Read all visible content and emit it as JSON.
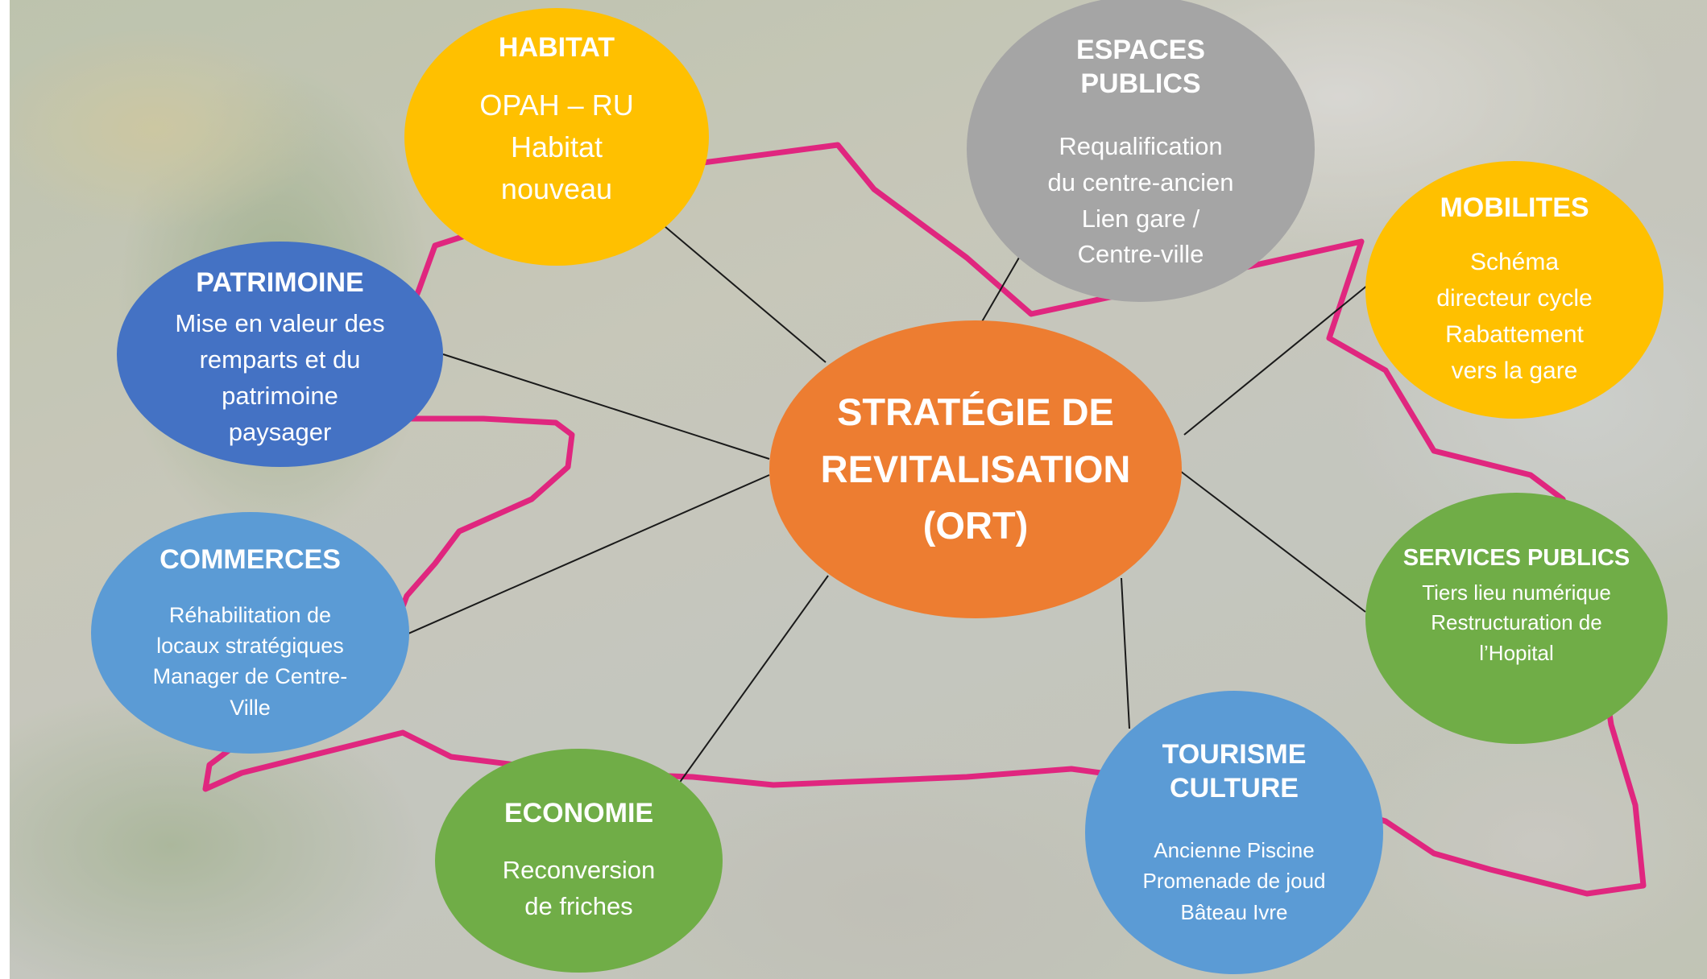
{
  "center": {
    "lines": [
      "STRATÉGIE DE",
      "REVITALISATION",
      "(ORT)"
    ]
  },
  "nodes": {
    "habitat": {
      "title": "HABITAT",
      "body": "OPAH – RU\nHabitat\nnouveau"
    },
    "espaces_publics": {
      "title": "ESPACES\nPUBLICS",
      "body": "Requalification\ndu centre-ancien\nLien gare /\nCentre-ville"
    },
    "mobilites": {
      "title": "MOBILITES",
      "body": "Schéma\ndirecteur cycle\nRabattement\nvers la gare"
    },
    "patrimoine": {
      "title": "PATRIMOINE",
      "body": "Mise en valeur des\nremparts et du\npatrimoine\npaysager"
    },
    "commerces": {
      "title": "COMMERCES",
      "body": "Réhabilitation de\nlocaux stratégiques\nManager de Centre-\nVille"
    },
    "services_publics": {
      "title": "SERVICES PUBLICS",
      "body": "Tiers lieu numérique\nRestructuration de\nl’Hopital"
    },
    "economie": {
      "title": "ECONOMIE",
      "body": "Reconversion\nde friches"
    },
    "tourisme_culture": {
      "title": "TOURISME\nCULTURE",
      "body": "Ancienne Piscine\nPromenade de joud\nBâteau Ivre"
    }
  },
  "colors": {
    "center": "#ed7d31",
    "gold": "#ffc000",
    "gray": "#a5a5a5",
    "dark_blue": "#4472c4",
    "light_blue": "#5b9bd5",
    "green": "#70ad47",
    "perimeter": "#e0267f"
  }
}
